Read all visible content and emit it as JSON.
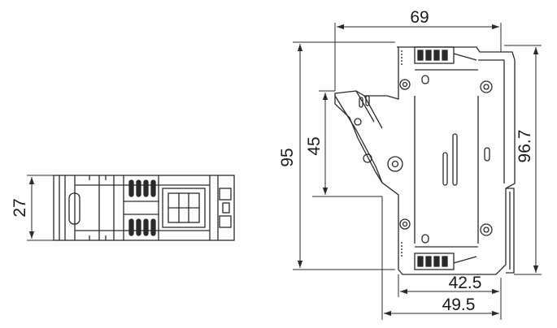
{
  "dimensions": {
    "top_view_height": "27",
    "overall_width": "69",
    "overall_height_left": "95",
    "handle_height": "45",
    "overall_height_right": "96.7",
    "depth_inner": "42.5",
    "depth_outer": "49.5"
  },
  "colors": {
    "line": "#2a2a2a",
    "background": "#ffffff"
  }
}
